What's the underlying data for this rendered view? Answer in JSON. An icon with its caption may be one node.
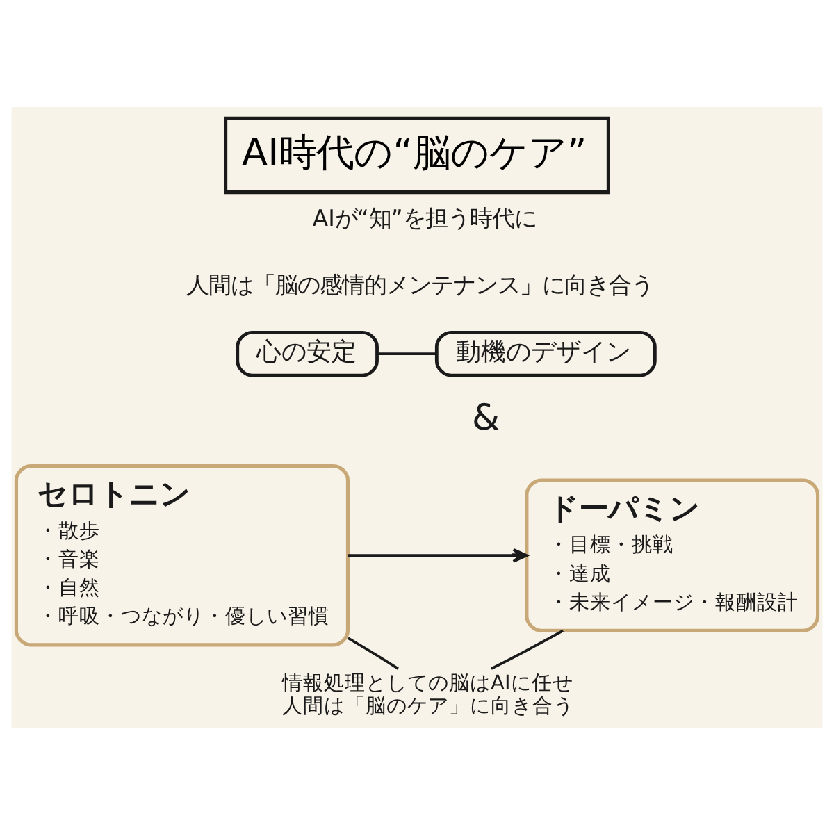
{
  "diagram": {
    "title": "AI時代の“脳のケア”",
    "nodes": [
      {
        "text": [
          "心の安定"
        ]
      },
      {
        "text": [
          "動機のデザイン"
        ]
      },
      {
        "text": [
          "セロトニン",
          "・散歩",
          "・音楽",
          "・自然",
          "・呼吸・つながり・優しい習慣"
        ]
      },
      {
        "text": [
          "ドーパミン",
          "・目標・挑戦",
          "・達成",
          "・未来イメージ・報酬設計"
        ]
      },
      {
        "text": [
          "情報処理としての脳はAIに任せ人間は「脳のケア」に向き合う"
        ]
      }
    ],
    "edges": [
      {
        "from": 0,
        "to": 1,
        "arrow": "none"
      },
      {
        "from": 2,
        "to": 3,
        "arrow": "to"
      },
      {
        "from": 4,
        "to": 2,
        "arrow": "none"
      },
      {
        "from": 4,
        "to": 3,
        "arrow": "none"
      }
    ],
    "labels": [
      "AIが“知”を担う時代に",
      "人間は「脳の感情的メンテナンス」に向き合う",
      "&"
    ]
  }
}
